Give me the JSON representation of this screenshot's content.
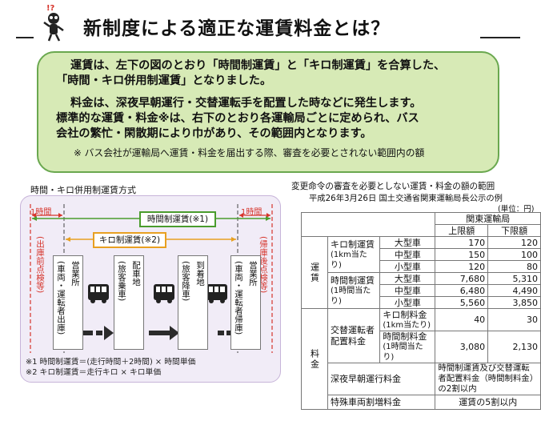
{
  "title": "新制度による適正な運賃料金とは？",
  "info": {
    "line1": "運賃は、左下の図のとおり「時間制運賃」と「キロ制運賃」を合算した、",
    "line2": "「時間・キロ併用制運賃」となりました。",
    "line3": "料金は、深夜早朝運行・交替運転手を配置した時などに発生します。",
    "line4": "標準的な運賃・料金※は、右下のとおり各運輸局ごとに定められ、バス",
    "line5": "会社の繁忙・閑散期により巾があり、その範囲内となります。",
    "note": "※ バス会社が運輸局へ運賃・料金を届出する際、審査を必要とされない範囲内の額"
  },
  "diagram": {
    "title": "時間・キロ併用制運賃方式",
    "hour_left": "1時間",
    "hour_right": "1時間",
    "time_fare": "時間制運賃(※1)",
    "km_fare": "キロ制運賃(※2)",
    "left_side": "(出庫前点検等)",
    "right_side": "(帰庫後点検等)",
    "box1": "営業所",
    "box1_sub": "(車両・運転者出庫)",
    "box2": "配車地",
    "box2_sub": "(旅客乗車)",
    "box3": "到着地",
    "box3_sub": "(旅客降車)",
    "box4": "営業所",
    "box4_sub": "(車両・運転者帰庫)",
    "note1": "※1 時間制運賃＝(走行時間＋2時間) × 時間単価",
    "note2": "※2 キロ制運賃＝走行キロ × キロ単価"
  },
  "table": {
    "note1": "変更命令の審査を必要としない運賃・料金の額の範囲",
    "note2": "平成26年3月26日 国土交通省関東運輸局長公示の例",
    "unit": "(単位：円)",
    "region": "関東運輸局",
    "upper": "上限額",
    "lower": "下限額",
    "fare_label": "運賃",
    "charge_label": "料金",
    "km_fare": "キロ制運賃",
    "km_fare_sub": "(1km当たり)",
    "time_fare": "時間制運賃",
    "time_fare_sub": "(1時間当たり)",
    "large": "大型車",
    "medium": "中型車",
    "small": "小型車",
    "km_values": [
      [
        "170",
        "120"
      ],
      [
        "150",
        "100"
      ],
      [
        "120",
        "80"
      ]
    ],
    "time_values": [
      [
        "7,680",
        "5,310"
      ],
      [
        "6,480",
        "4,490"
      ],
      [
        "5,560",
        "3,850"
      ]
    ],
    "driver_charge": "交替運転者配置料金",
    "km_charge": "キロ制料金",
    "km_charge_sub": "(1km当たり)",
    "km_charge_values": [
      "40",
      "30"
    ],
    "time_charge": "時間制料金",
    "time_charge_sub": "(1時間当たり)",
    "time_charge_values": [
      "3,080",
      "2,130"
    ],
    "night": "深夜早朝運行料金",
    "night_value": "時間制運賃及び交替運転者配置料金（時間制料金）の2割以内",
    "special": "特殊車両割増料金",
    "special_value": "運賃の5割以内"
  },
  "colors": {
    "green_bg": "#d7eab6",
    "green_border": "#6aa84f",
    "red": "#d6342b",
    "orange": "#e8a021",
    "purple_bg": "#f1ecf7"
  }
}
